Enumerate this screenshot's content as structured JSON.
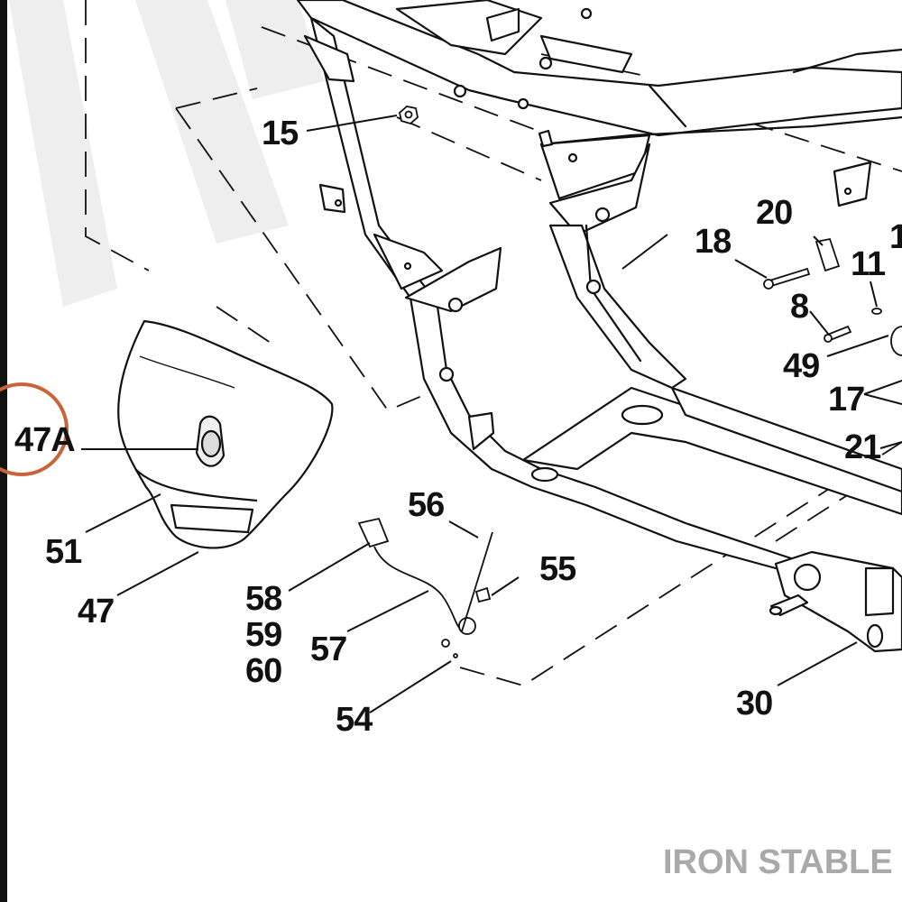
{
  "diagram": {
    "callouts": {
      "c15": "15",
      "c20": "20",
      "c18": "18",
      "c11": "11",
      "c8": "8",
      "c49": "49",
      "c17": "17",
      "c21": "21",
      "c47A": "47A",
      "c51": "51",
      "c47": "47",
      "c56": "56",
      "c55": "55",
      "c58": "58",
      "c59": "59",
      "c60": "60",
      "c57": "57",
      "c54": "54",
      "c30": "30",
      "c1": "1"
    },
    "watermark": "IRON STABLE",
    "colors": {
      "line": "#111111",
      "highlight_circle": "#c8643a",
      "watermark_text": "#a9a9a9",
      "background_watermark": "#eeeeee"
    }
  }
}
